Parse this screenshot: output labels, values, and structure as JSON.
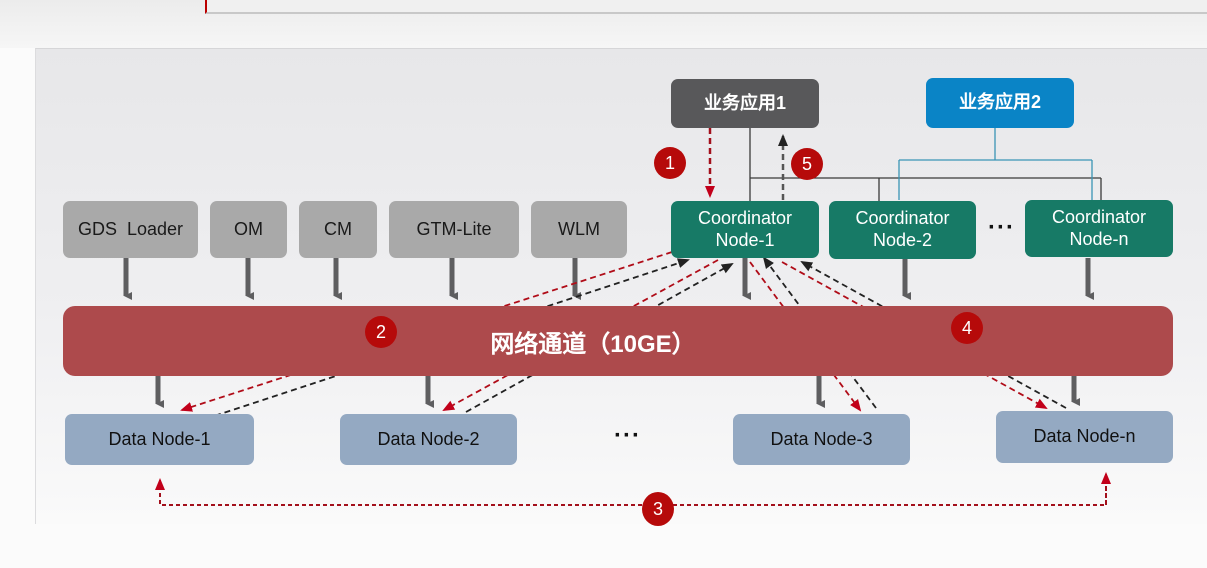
{
  "apps": [
    {
      "label": "业务应用1",
      "color": "#58585a"
    },
    {
      "label": "业务应用2",
      "color": "#0a84c6"
    }
  ],
  "components": [
    {
      "label": "GDS  Loader"
    },
    {
      "label": "OM"
    },
    {
      "label": "CM"
    },
    {
      "label": "GTM-Lite"
    },
    {
      "label": "WLM"
    }
  ],
  "coordinators": [
    {
      "line1": "Coordinator",
      "line2": "Node-1"
    },
    {
      "line1": "Coordinator",
      "line2": "Node-2"
    },
    {
      "line1": "Coordinator",
      "line2": "Node-n"
    }
  ],
  "coordinator_ellipsis": "···",
  "network": {
    "label": "网络通道（10GE）",
    "color": "#ad4a4c"
  },
  "data_nodes": [
    {
      "label": "Data Node-1"
    },
    {
      "label": "Data Node-2"
    },
    {
      "label": "Data Node-3"
    },
    {
      "label": "Data Node-n"
    }
  ],
  "data_node_ellipsis": "···",
  "steps": [
    "1",
    "2",
    "3",
    "4",
    "5"
  ],
  "colors": {
    "coordinator": "#177a66",
    "data_node": "#94a9c2",
    "component": "#a9a9a9",
    "step_badge": "#b60a0a",
    "request_arrow": "#b00c18",
    "response_arrow": "#333333"
  }
}
